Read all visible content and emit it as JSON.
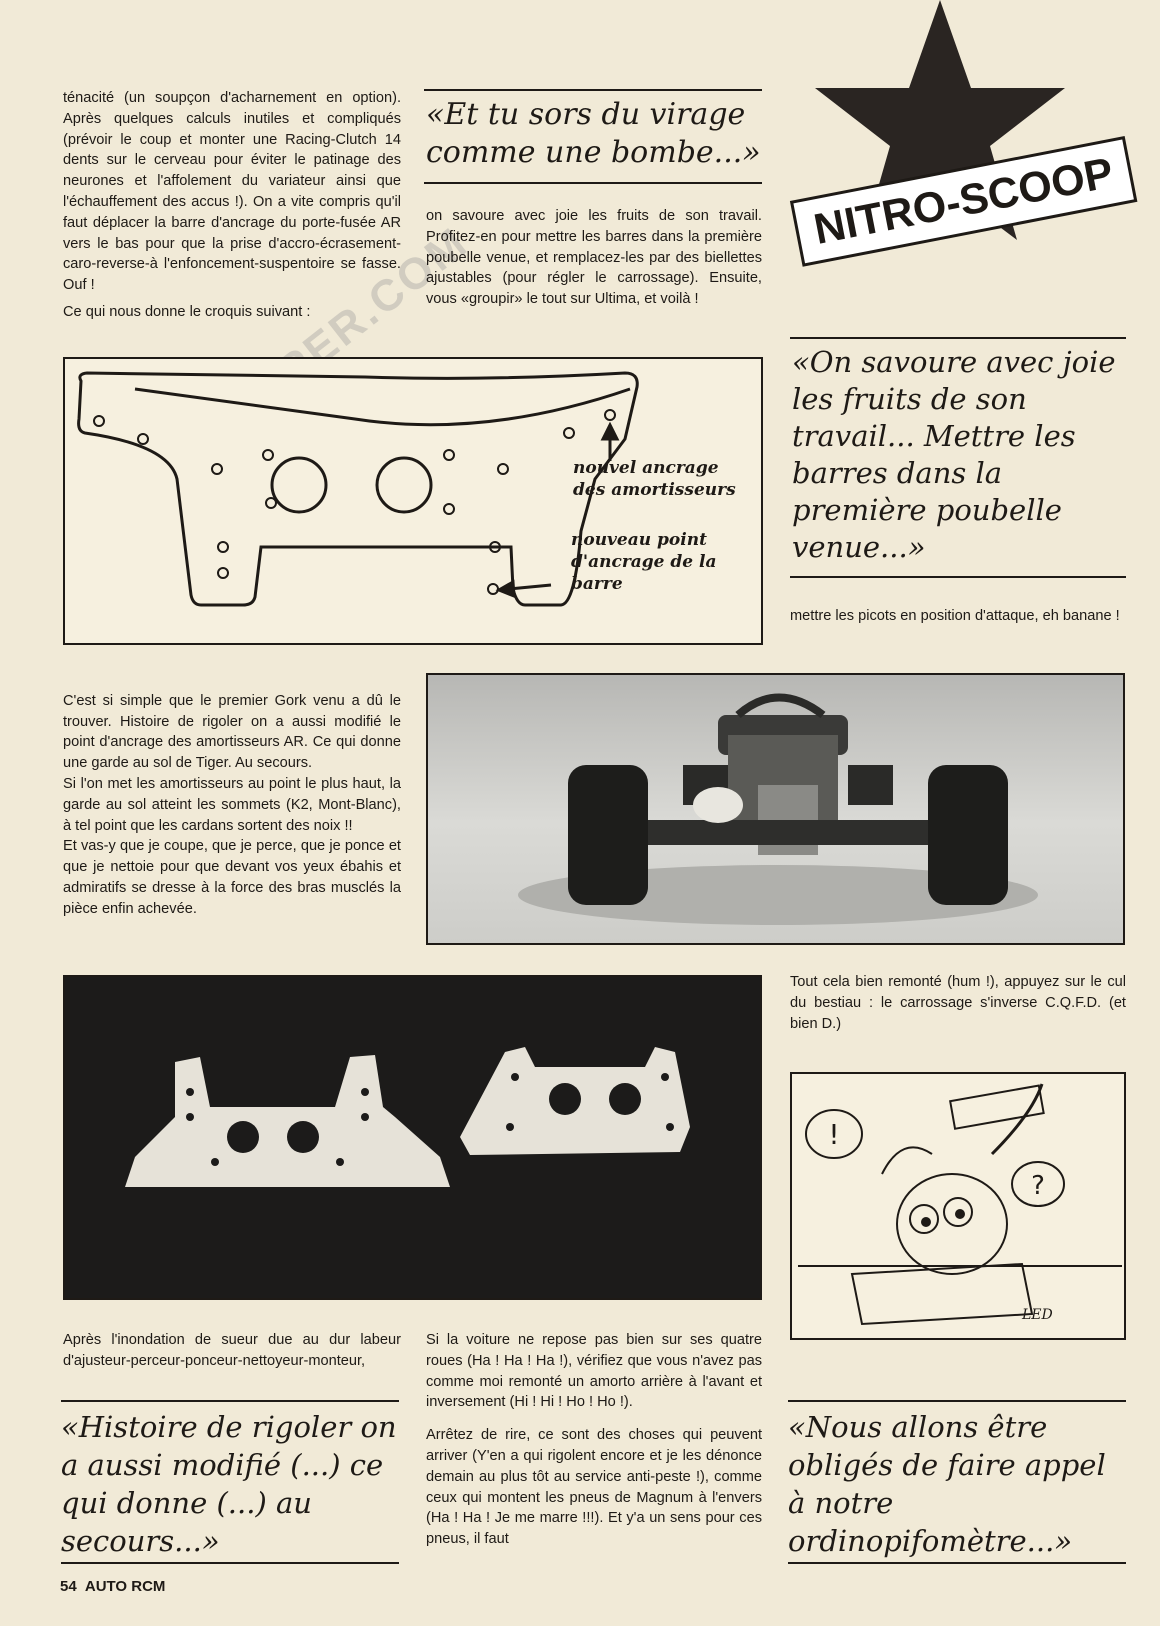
{
  "columns": {
    "left_top": "ténacité (un soupçon d'acharnement en option). Après quelques calculs inutiles et compliqués (prévoir le coup et monter une Racing-Clutch 14 dents sur le cerveau pour éviter le patinage des neurones et l'affolement du variateur ainsi que l'échauffement des accus !). On a vite compris qu'il faut déplacer la barre d'ancrage du porte-fusée AR vers le bas pour que la prise d'accro-écrasement-caro-reverse-à l'enfoncement-suspentoire se fasse. Ouf !",
    "left_top_2": "Ce qui nous donne le croquis suivant :",
    "middle_top": "on savoure avec joie les fruits de son travail. Profitez-en pour mettre les barres dans la première poubelle venue, et remplacez-les par des biellettes ajustables (pour régler le carrossage). Ensuite, vous «groupir» le tout sur Ultima, et voilà !",
    "right_after_quote": "mettre les picots en position d'attaque, eh banane !",
    "left_mid": "C'est si simple que le premier Gork venu a dû le trouver. Histoire de rigoler on a aussi modifié le point d'ancrage des amortisseurs AR. Ce qui donne une garde au sol de Tiger. Au secours.\nSi l'on met les amortisseurs au point le plus haut, la garde au sol atteint les sommets (K2, Mont-Blanc), à tel point que les cardans sortent des noix !!\nEt vas-y que je coupe, que je perce, que je ponce et que je nettoie pour que devant vos yeux ébahis et admiratifs se dresse à la force des bras musclés la pièce enfin achevée.",
    "right_mid": "Tout cela bien remonté (hum !), appuyez sur le cul du bestiau : le carrossage s'inverse C.Q.F.D. (et bien D.)",
    "left_bottom": "Après l'inondation de sueur due au dur labeur d'ajusteur-perceur-ponceur-nettoyeur-monteur,",
    "middle_bottom_1": "Si la voiture ne repose pas bien sur ses quatre roues (Ha ! Ha ! Ha !), vérifiez que vous n'avez pas comme moi remonté un amorto arrière à l'avant et inversement (Hi ! Hi ! Ho ! Ho !).",
    "middle_bottom_2": "Arrêtez de rire, ce sont des choses qui peuvent arriver (Y'en a qui rigolent encore et je les dénonce demain au plus tôt au service anti-peste !), comme ceux qui montent les pneus de Magnum à l'envers (Ha ! Ha ! Je me marre !!!). Et y'a un sens pour ces pneus, il faut"
  },
  "pull_quotes": {
    "q1": "«Et tu sors du virage comme une bombe...»",
    "q2": "«On savoure avec joie les fruits de son travail... Mettre les barres dans la première poubelle venue...»",
    "q3": "«Histoire de rigoler on a aussi modifié (...) ce qui donne (...) au secours...»",
    "q4": "«Nous allons être obligés de faire appel à notre ordinopifomètre...»"
  },
  "badge": {
    "text": "NITRO-SCOOP"
  },
  "diagram": {
    "label1": "nouvel ancrage des amortisseurs",
    "label2": "nouveau point d'ancrage de la barre"
  },
  "cartoon": {
    "signature": "LED"
  },
  "watermark": "RC-PAPER.COM",
  "footer": {
    "page_number": "54",
    "magazine": "AUTO RCM"
  }
}
